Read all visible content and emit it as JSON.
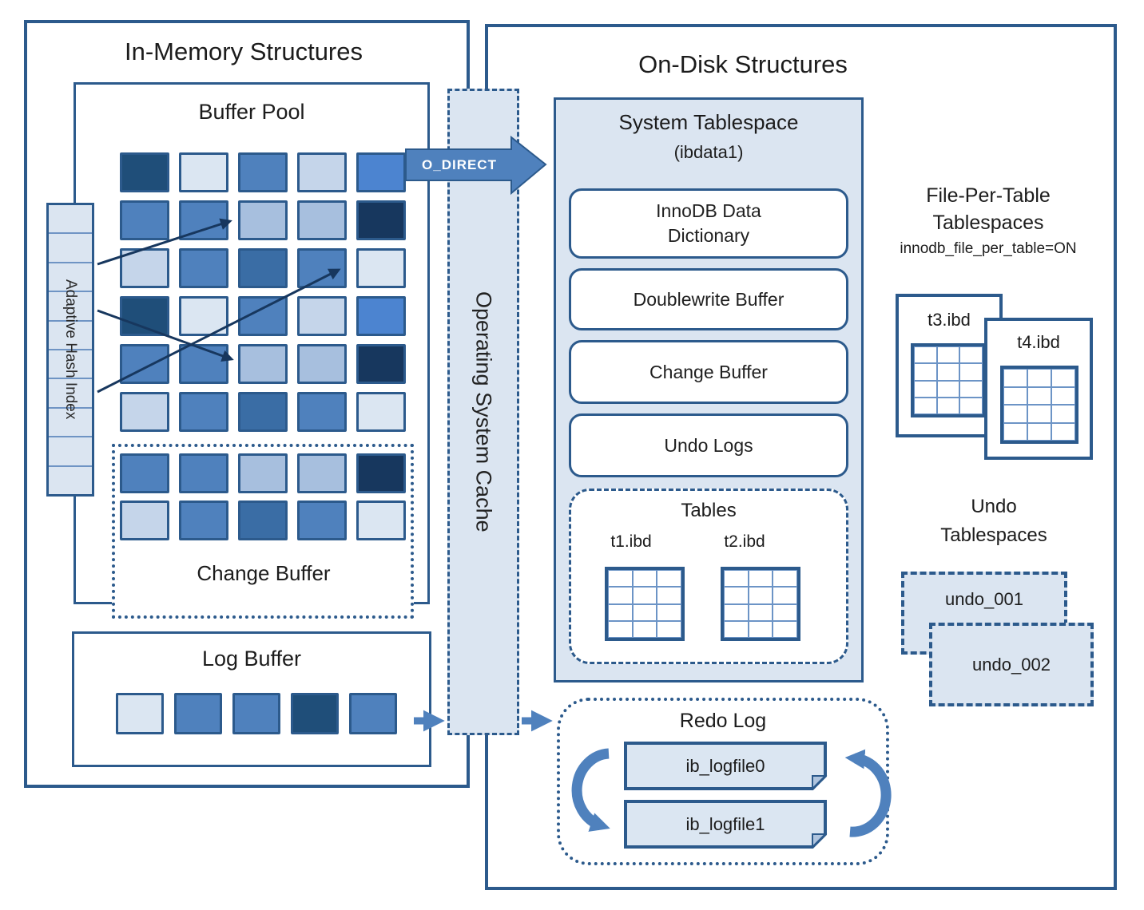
{
  "colors": {
    "line": "#2C5A8C",
    "line_dark": "#17375E",
    "panel_fill": "#DBE5F1",
    "arrow_fill": "#4F81BD",
    "sq": {
      "dark": "#1F4E79",
      "darkest": "#17375E",
      "med": "#4F81BD",
      "med_dark": "#3A6DA5",
      "light": "#A7BFDE",
      "lighter": "#C5D5EA",
      "vlight": "#DBE6F2",
      "bright": "#4C84D0"
    }
  },
  "in_memory": {
    "title": "In-Memory Structures",
    "buffer_pool": {
      "title": "Buffer Pool",
      "grid": [
        [
          "dark",
          "vlight",
          "med",
          "lighter",
          "bright"
        ],
        [
          "med",
          "med",
          "light",
          "light",
          "darkest"
        ],
        [
          "lighter",
          "med",
          "med_dark",
          "med",
          "vlight"
        ],
        [
          "dark",
          "vlight",
          "med",
          "lighter",
          "bright"
        ],
        [
          "med",
          "med",
          "light",
          "light",
          "darkest"
        ],
        [
          "lighter",
          "med",
          "med_dark",
          "med",
          "vlight"
        ]
      ]
    },
    "adaptive_hash_index": {
      "label": "Adaptive Hash Index",
      "cells": 10
    },
    "change_buffer": {
      "label": "Change Buffer",
      "grid": [
        [
          "med",
          "med",
          "light",
          "light",
          "darkest"
        ],
        [
          "lighter",
          "med",
          "med_dark",
          "med",
          "vlight"
        ]
      ]
    },
    "log_buffer": {
      "title": "Log Buffer",
      "grid": [
        [
          "vlight",
          "med",
          "med",
          "dark",
          "med"
        ]
      ]
    }
  },
  "os_cache": {
    "label": "Operating System Cache"
  },
  "o_direct": {
    "label": "O_DIRECT"
  },
  "on_disk": {
    "title": "On-Disk Structures",
    "system_tablespace": {
      "title": "System Tablespace",
      "subtitle": "(ibdata1)",
      "items": [
        "InnoDB Data Dictionary",
        "Doublewrite Buffer",
        "Change Buffer",
        "Undo Logs"
      ],
      "tables": {
        "title": "Tables",
        "files": [
          "t1.ibd",
          "t2.ibd"
        ]
      }
    },
    "file_per_table": {
      "title_line1": "File-Per-Table",
      "title_line2": "Tablespaces",
      "caption": "innodb_file_per_table=ON",
      "files": [
        "t3.ibd",
        "t4.ibd"
      ]
    },
    "undo_tablespaces": {
      "title_line1": "Undo",
      "title_line2": "Tablespaces",
      "files": [
        "undo_001",
        "undo_002"
      ]
    },
    "redo_log": {
      "title": "Redo Log",
      "files": [
        "ib_logfile0",
        "ib_logfile1"
      ]
    }
  }
}
